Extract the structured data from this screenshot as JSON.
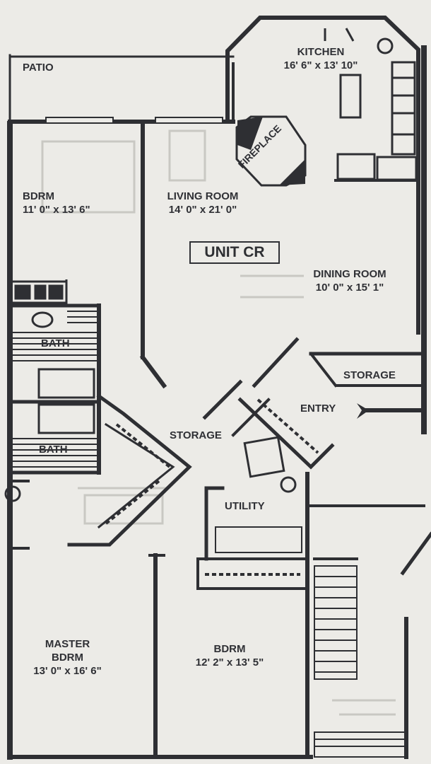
{
  "title": "",
  "colors": {
    "ink": "#2e2f33",
    "paper": "#ecebe7",
    "ghost": "#c9c8c3"
  },
  "unit_label": "UNIT CR",
  "rooms": {
    "patio": {
      "name": "PATIO"
    },
    "kitchen": {
      "name": "KITCHEN",
      "dims": "16' 6\" x 13' 10\""
    },
    "fireplace": {
      "name": "FIREPLACE"
    },
    "bedroom_1": {
      "name": "BDRM",
      "dims": "11' 0\" x 13' 6\""
    },
    "living": {
      "name": "LIVING ROOM",
      "dims": "14' 0\" x 21' 0\""
    },
    "dining": {
      "name": "DINING ROOM",
      "dims": "10' 0\" x 15' 1\""
    },
    "bath_1": {
      "name": "BATH"
    },
    "bath_2": {
      "name": "BATH"
    },
    "storage_1": {
      "name": "STORAGE"
    },
    "entry": {
      "name": "ENTRY"
    },
    "storage_2": {
      "name": "STORAGE"
    },
    "utility": {
      "name": "UTILITY"
    },
    "master": {
      "name_line1": "MASTER",
      "name_line2": "BDRM",
      "dims": "13' 0\" x 16' 6\""
    },
    "bedroom_2": {
      "name": "BDRM",
      "dims": "12' 2\" x 13' 5\""
    }
  }
}
